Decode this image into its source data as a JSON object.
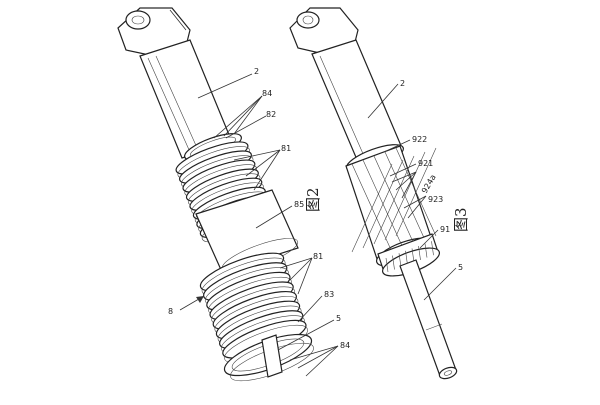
{
  "figure2": {
    "caption": "图2",
    "labels": [
      "2",
      "84",
      "82",
      "81",
      "85",
      "81",
      "8",
      "83",
      "5",
      "84"
    ]
  },
  "figure3": {
    "caption": "图3",
    "labels": [
      "2",
      "922",
      "921",
      "924a",
      "923",
      "91",
      "5"
    ]
  }
}
